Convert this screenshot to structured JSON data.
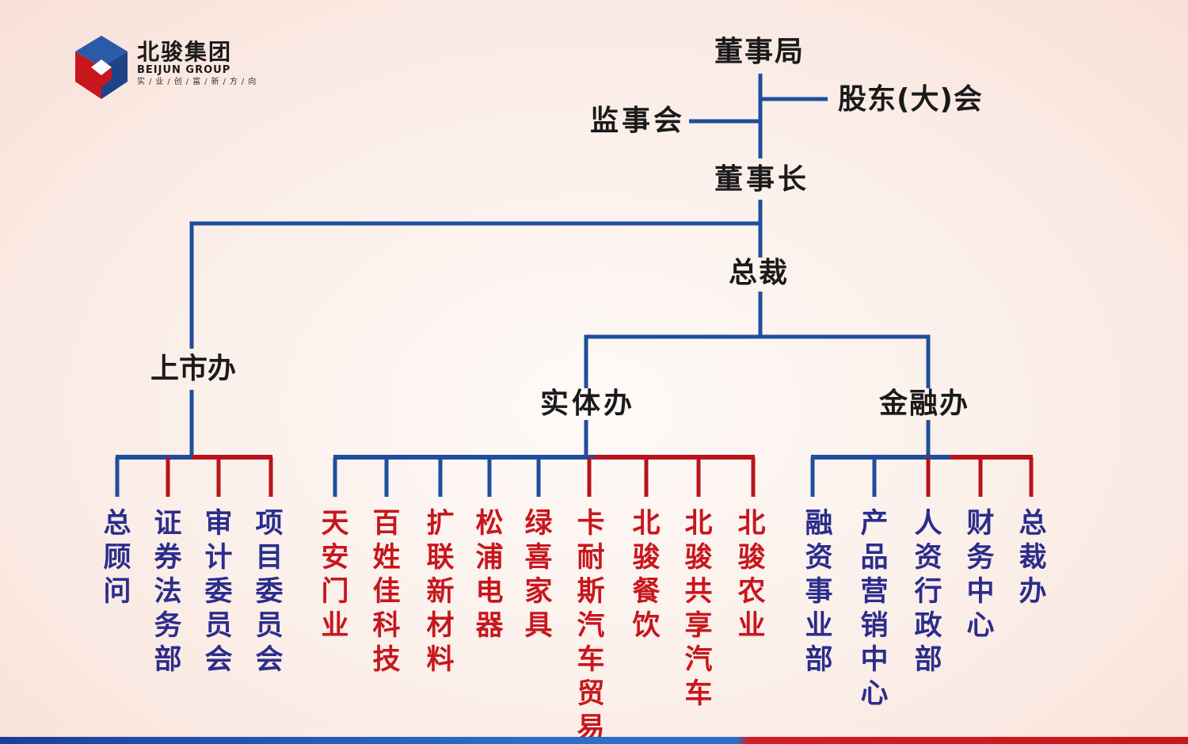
{
  "logo": {
    "name_cn": "北骏集团",
    "name_en": "BEIJUN GROUP",
    "slogan": "实/业/创/富/新/方/向",
    "colors": {
      "blue": "#2a5ba8",
      "red": "#c8161d"
    }
  },
  "org": {
    "board": "董事局",
    "shareholders": "股东(大)会",
    "supervisors": "监事会",
    "chairman": "董事长",
    "president": "总裁",
    "listing_office": "上市办",
    "entity_office": "实体办",
    "finance_office": "金融办",
    "listing_units": [
      "总顾问",
      "证券法务部",
      "审计委员会",
      "项目委员会"
    ],
    "entity_units": [
      "天安门业",
      "百姓佳科技",
      "扩联新材料",
      "松浦电器",
      "绿喜家具",
      "卡耐斯汽车贸易",
      "北骏餐饮",
      "北骏共享汽车",
      "北骏农业"
    ],
    "finance_units": [
      "融资事业部",
      "产品营销中心",
      "人资行政部",
      "财务中心",
      "总裁办"
    ]
  },
  "colors": {
    "line_blue": "#1f4e9c",
    "line_red": "#b8141c",
    "text_blue": "#2b2d8c",
    "text_red": "#c8161d"
  }
}
